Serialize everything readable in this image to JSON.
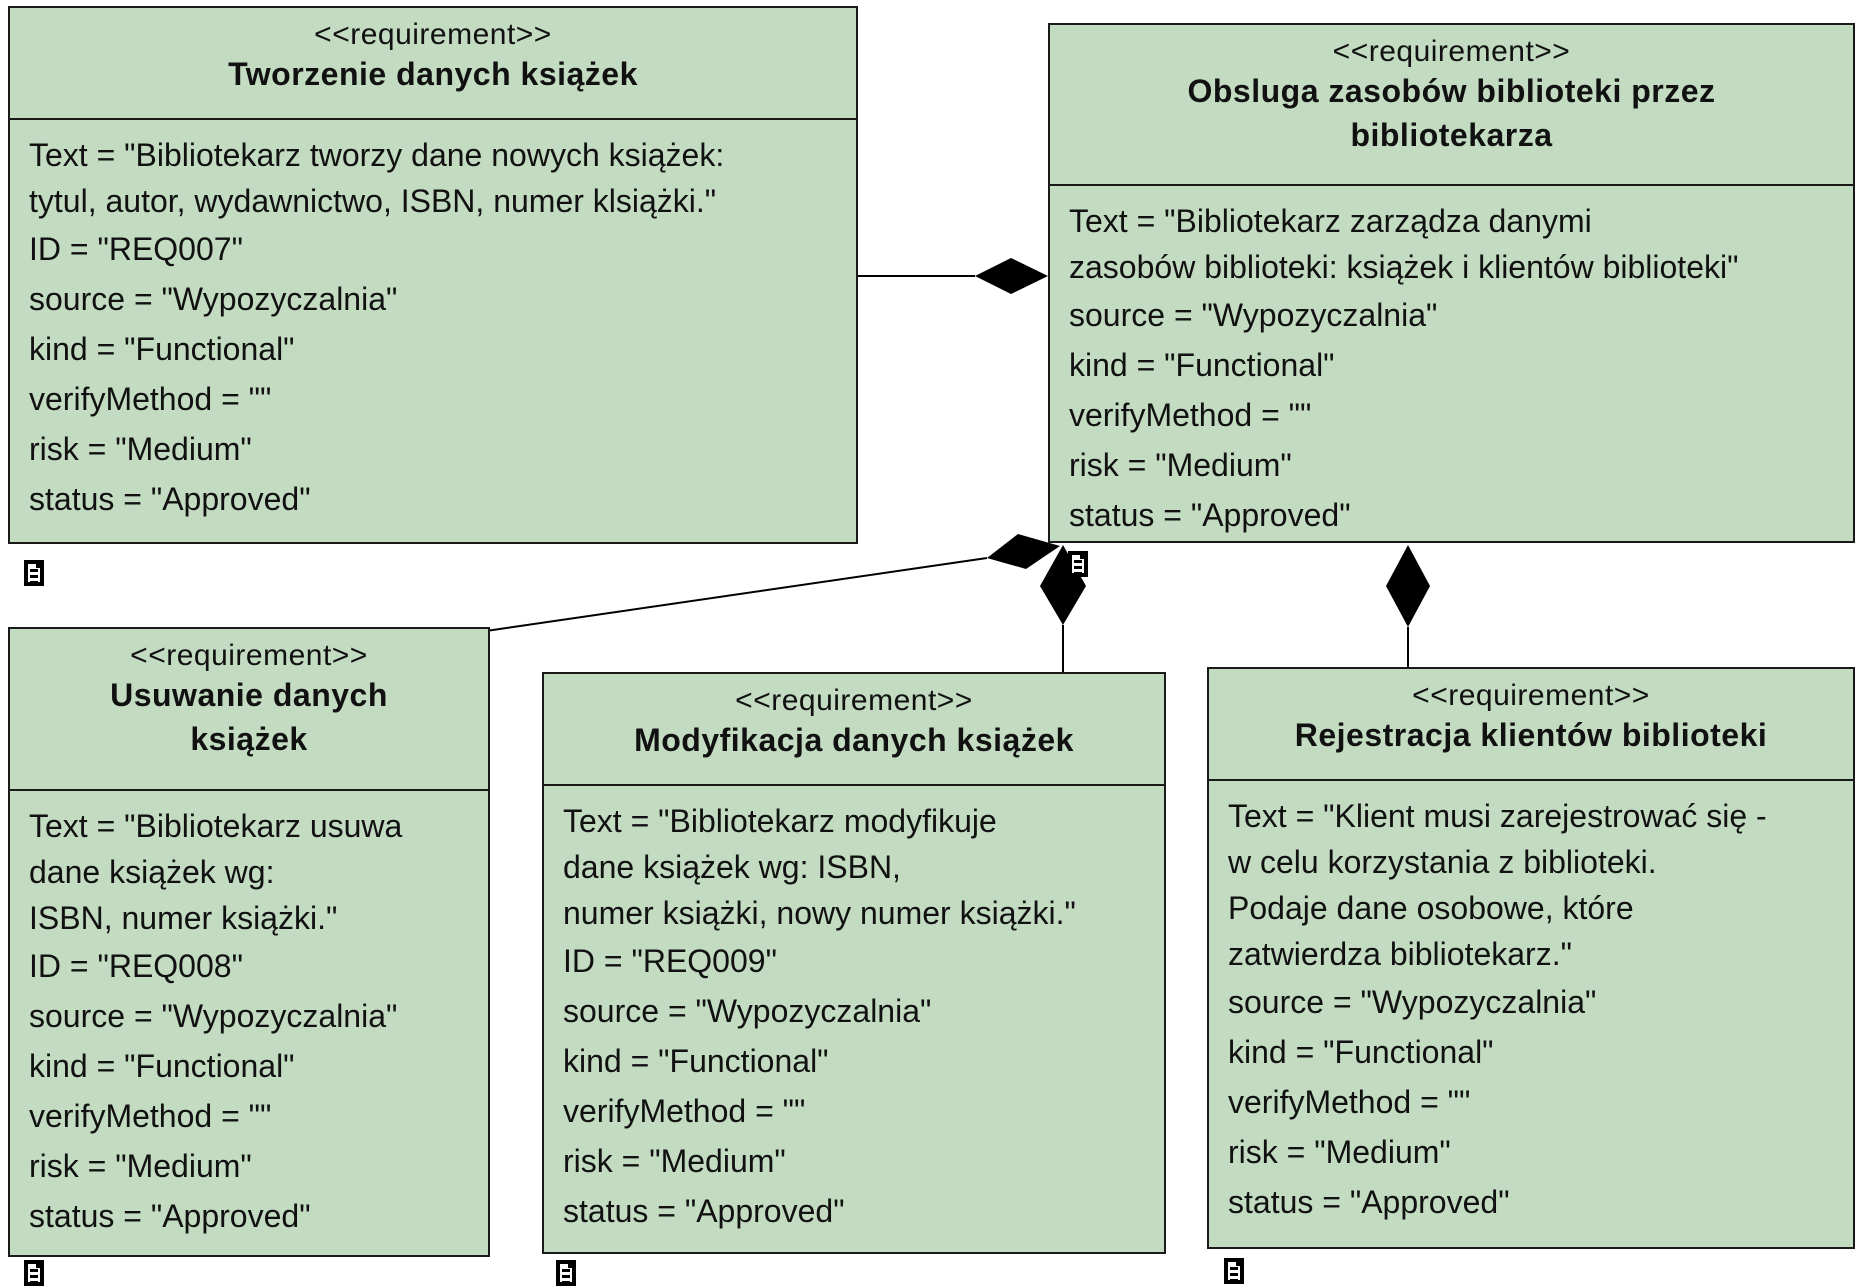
{
  "blocks": [
    {
      "stereotype": "<<requirement>>",
      "title": "Tworzenie danych książek",
      "text": "Text = \"Bibliotekarz tworzy dane nowych książek:\ntytul, autor, wydawnictwo, ISBN, numer klsiążki.\"",
      "attributes": [
        "ID = \"REQ007\"",
        "source = \"Wypozyczalnia\"",
        "kind = \"Functional\"",
        "verifyMethod = \"\"",
        "risk = \"Medium\"",
        "status = \"Approved\""
      ]
    },
    {
      "stereotype": "<<requirement>>",
      "title": "Obsluga zasobów biblioteki przez\nbibliotekarza",
      "text": "Text = \"Bibliotekarz zarządza danymi\nzasobów biblioteki: książek i klientów biblioteki\"",
      "attributes": [
        "source = \"Wypozyczalnia\"",
        "kind = \"Functional\"",
        "verifyMethod = \"\"",
        "risk = \"Medium\"",
        "status = \"Approved\""
      ]
    },
    {
      "stereotype": "<<requirement>>",
      "title": "Usuwanie danych\nksiążek",
      "text": "Text = \"Bibliotekarz usuwa\ndane książek wg:\nISBN, numer książki.\"",
      "attributes": [
        "ID = \"REQ008\"",
        "source = \"Wypozyczalnia\"",
        "kind = \"Functional\"",
        "verifyMethod = \"\"",
        "risk = \"Medium\"",
        "status = \"Approved\""
      ]
    },
    {
      "stereotype": "<<requirement>>",
      "title": "Modyfikacja danych książek",
      "text": "Text = \"Bibliotekarz modyfikuje\ndane książek wg: ISBN,\nnumer książki, nowy numer książki.\"",
      "attributes": [
        "ID = \"REQ009\"",
        "source = \"Wypozyczalnia\"",
        "kind = \"Functional\"",
        "verifyMethod = \"\"",
        "risk = \"Medium\"",
        "status = \"Approved\""
      ]
    },
    {
      "stereotype": "<<requirement>>",
      "title": "Rejestracja klientów biblioteki",
      "text": "Text = \"Klient musi zarejestrować się -\nw celu korzystania z biblioteki.\nPodaje dane osobowe, które\nzatwierdza bibliotekarz.\"",
      "attributes": [
        "source = \"Wypozyczalnia\"",
        "kind = \"Functional\"",
        "verifyMethod = \"\"",
        "risk = \"Medium\"",
        "status = \"Approved\""
      ]
    }
  ],
  "relationships": [
    {
      "type": "composition",
      "whole": "Obsluga zasobów biblioteki przez bibliotekarza",
      "part": "Tworzenie danych książek"
    },
    {
      "type": "composition",
      "whole": "Obsluga zasobów biblioteki przez bibliotekarza",
      "part": "Usuwanie danych książek"
    },
    {
      "type": "composition",
      "whole": "Obsluga zasobów biblioteki przez bibliotekarza",
      "part": "Modyfikacja danych książek"
    },
    {
      "type": "composition",
      "whole": "Obsluga zasobów biblioteki przez bibliotekarza",
      "part": "Rejestracja klientów biblioteki"
    }
  ]
}
